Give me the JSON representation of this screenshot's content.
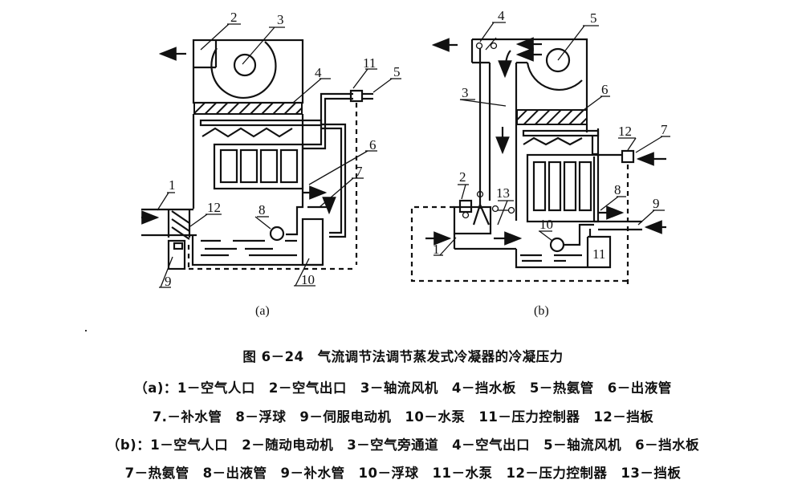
{
  "figure": {
    "title": "图 6－24　气流调节法调节蒸发式冷凝器的冷凝压力",
    "subfigures": [
      {
        "id": "a",
        "label": "(a)",
        "callouts": [
          "1",
          "2",
          "3",
          "4",
          "5",
          "6",
          "7",
          "8",
          "9",
          "10",
          "11",
          "12"
        ],
        "legend_prefix": "(a)：",
        "legend": [
          {
            "num": "1",
            "text": "空气人口"
          },
          {
            "num": "2",
            "text": "空气出口"
          },
          {
            "num": "3",
            "text": "轴流风机"
          },
          {
            "num": "4",
            "text": "挡水板"
          },
          {
            "num": "5",
            "text": "热氨管"
          },
          {
            "num": "6",
            "text": "出液管"
          },
          {
            "num": "7",
            "text": "补水管"
          },
          {
            "num": "8",
            "text": "浮球"
          },
          {
            "num": "9",
            "text": "伺服电动机"
          },
          {
            "num": "10",
            "text": "水泵"
          },
          {
            "num": "11",
            "text": "压力控制器"
          },
          {
            "num": "12",
            "text": "挡板"
          }
        ]
      },
      {
        "id": "b",
        "label": "(b)",
        "callouts": [
          "1",
          "2",
          "3",
          "4",
          "5",
          "6",
          "7",
          "8",
          "9",
          "10",
          "11",
          "12",
          "13"
        ],
        "legend_prefix": "(b)：",
        "legend": [
          {
            "num": "1",
            "text": "空气人口"
          },
          {
            "num": "2",
            "text": "随动电动机"
          },
          {
            "num": "3",
            "text": "空气旁通道"
          },
          {
            "num": "4",
            "text": "空气出口"
          },
          {
            "num": "5",
            "text": "轴流风机"
          },
          {
            "num": "6",
            "text": "挡水板"
          },
          {
            "num": "7",
            "text": "热氨管"
          },
          {
            "num": "8",
            "text": "出液管"
          },
          {
            "num": "9",
            "text": "补水管"
          },
          {
            "num": "10",
            "text": "浮球"
          },
          {
            "num": "11",
            "text": "水泵"
          },
          {
            "num": "12",
            "text": "压力控制器"
          },
          {
            "num": "13",
            "text": "挡板"
          }
        ]
      }
    ]
  },
  "captions": {
    "title": "图 6－24　气流调节法调节蒸发式冷凝器的冷凝压力",
    "a_line1": "（a)：1－空气人口　2－空气出口　3－轴流风机　4－挡水板　5－热氨管　6－出液管",
    "a_line2": "7.－补水管　8－浮球　9－伺服电动机　10－水泵　11－压力控制器　12－挡板",
    "b_line1": "（b)：1－空气人口　2－随动电动机　3－空气旁通道　4－空气出口　5－轴流风机　6－挡水板",
    "b_line2": "7－热氨管　8－出液管　9－补水管　10－浮球　11－水泵　12－压力控制器　13－挡板"
  }
}
